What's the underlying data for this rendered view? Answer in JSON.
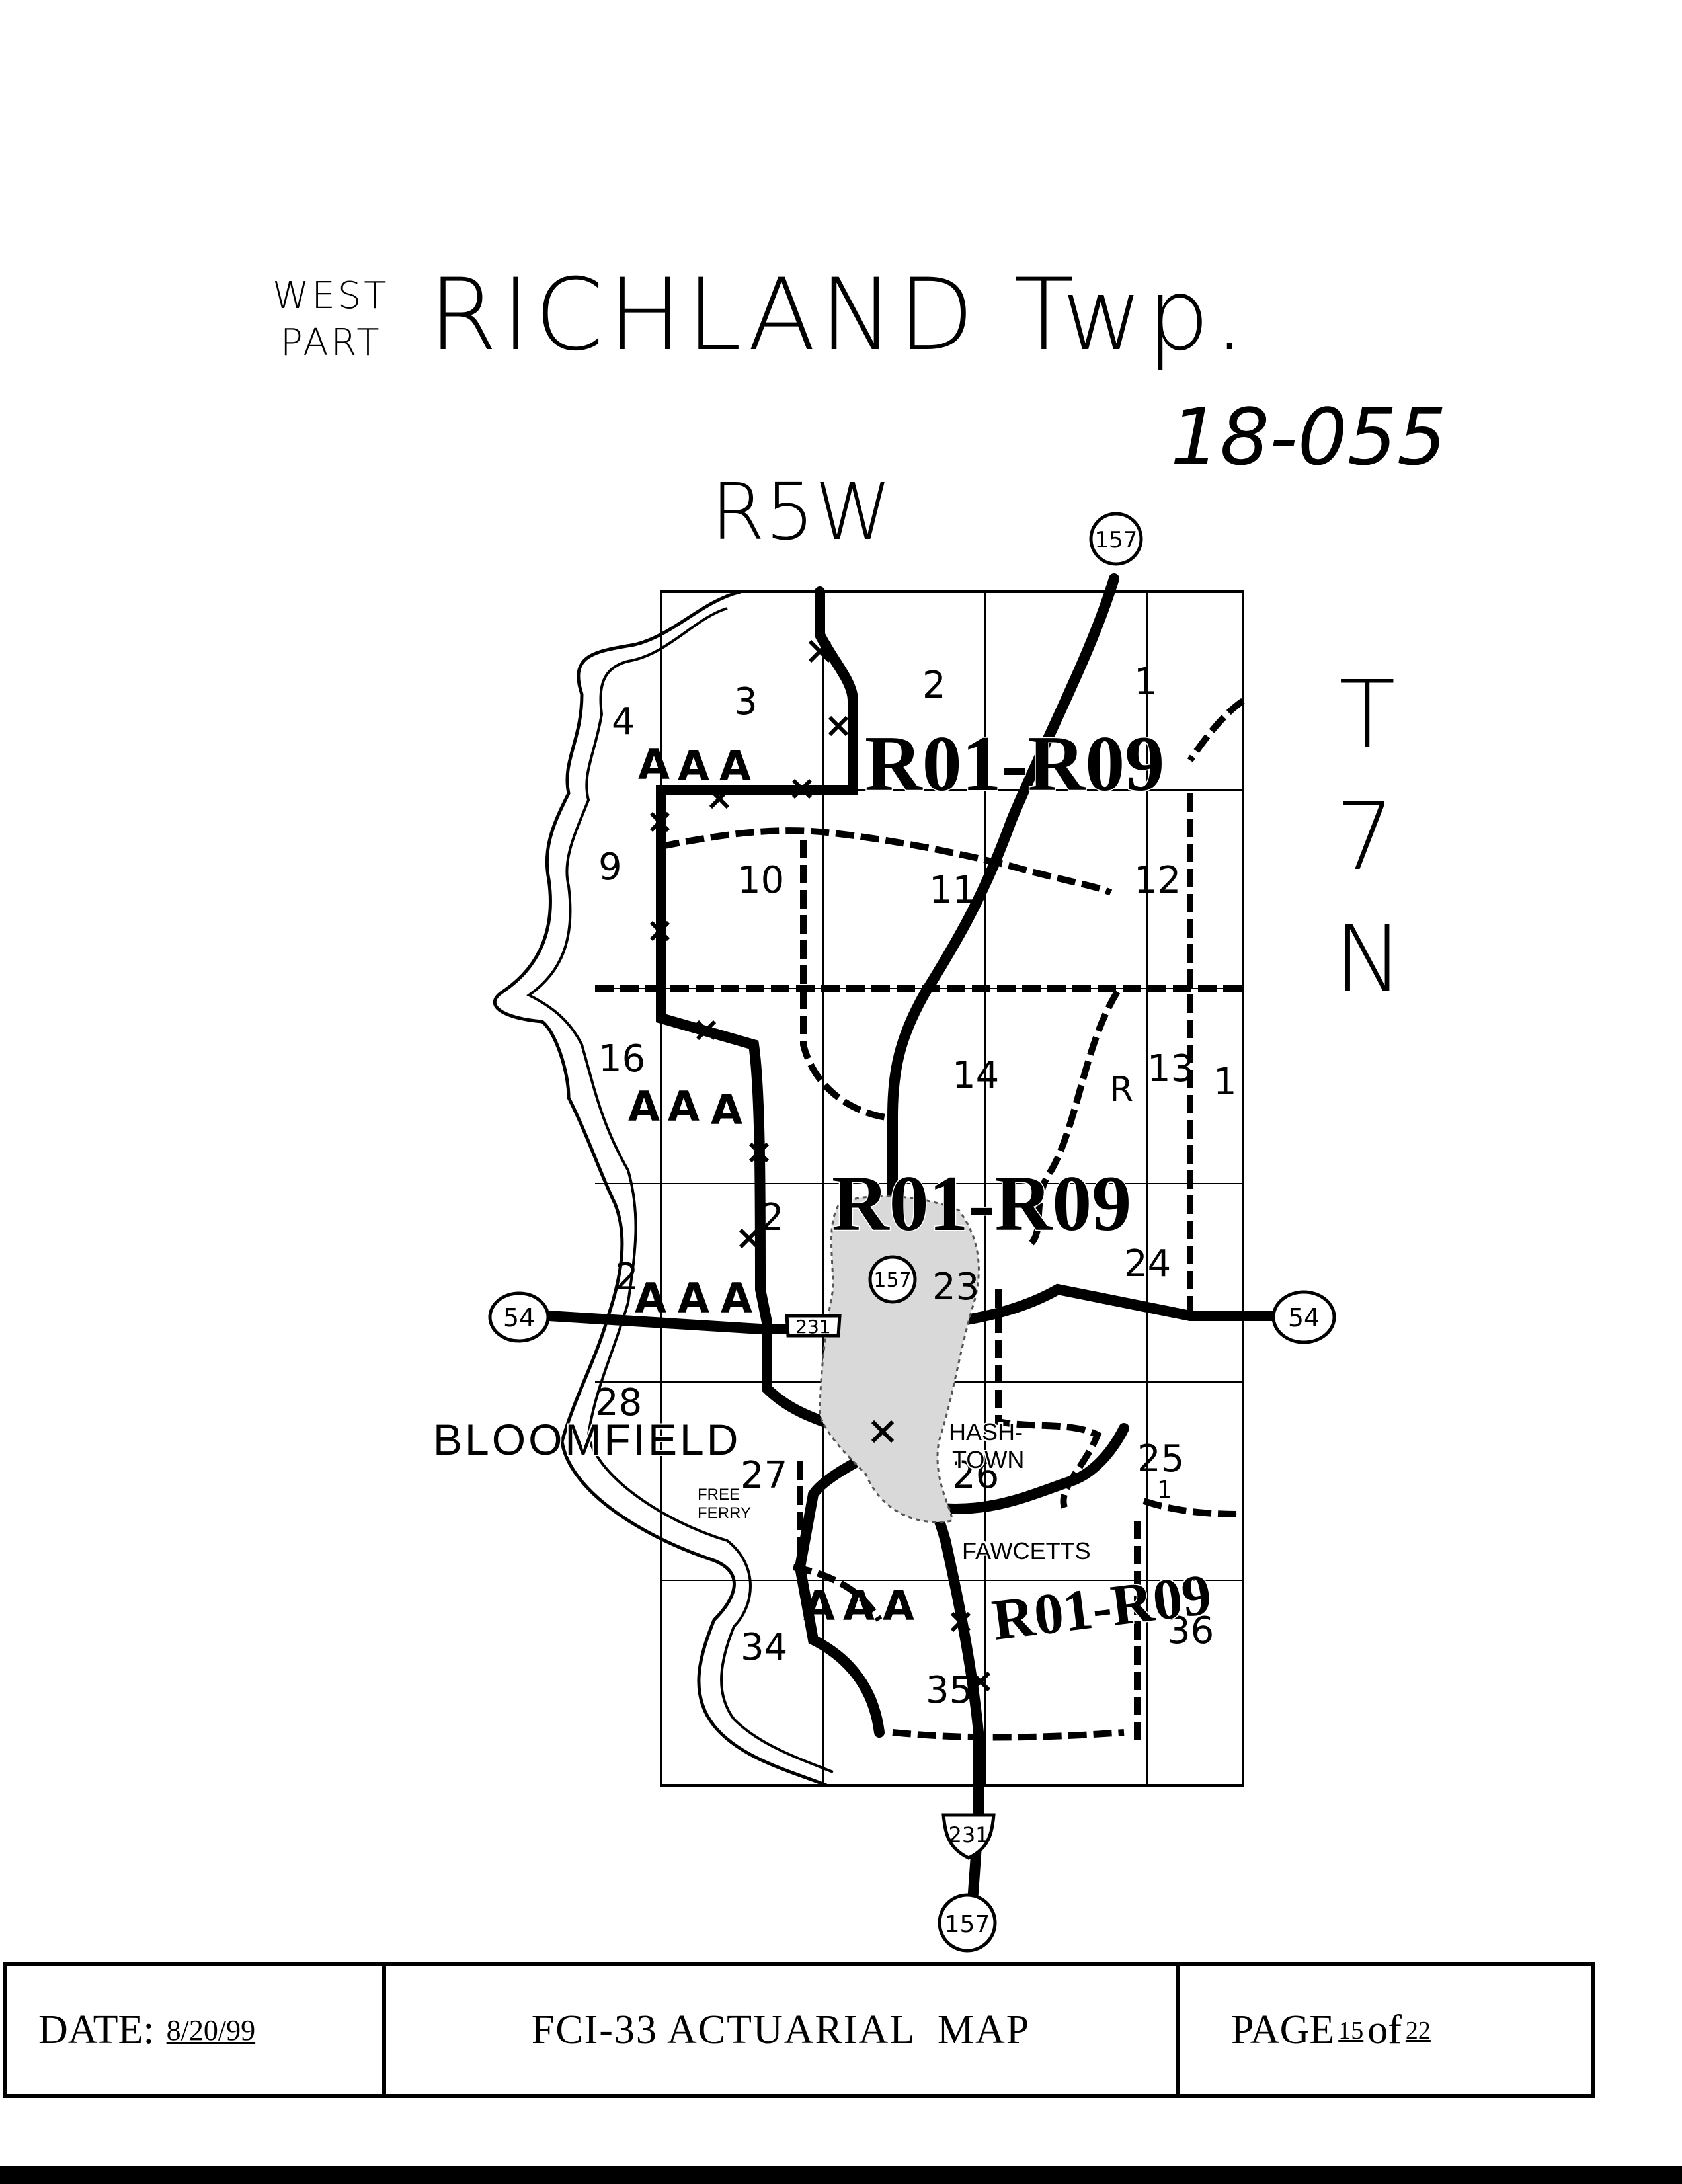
{
  "header": {
    "part_line1": "WEST",
    "part_line2": "PART",
    "township": "RICHLAND Twp.",
    "code": "18-055",
    "range": "R5W",
    "tier": [
      "T",
      "7",
      "N"
    ]
  },
  "map": {
    "sections": [
      "1",
      "2",
      "3",
      "4",
      "9",
      "10",
      "11",
      "12",
      "13",
      "14",
      "16",
      "23",
      "24",
      "25",
      "26",
      "27",
      "28",
      "34",
      "35",
      "36",
      "1",
      "2",
      "2"
    ],
    "rate_labels": [
      "R01-R09",
      "R01-R09",
      "R01-R09"
    ],
    "places": [
      "BLOOMFIELD",
      "HASH-",
      "TOWN",
      "FAWCETTS",
      "FREE",
      "FERRY"
    ],
    "route_shields": [
      "157",
      "157",
      "157",
      "54",
      "54",
      "231",
      "231"
    ],
    "area_marks": [
      "A",
      "A",
      "A",
      "A",
      "A",
      "A",
      "A",
      "A",
      "A",
      "A",
      "A",
      "A"
    ],
    "misc_marks": [
      "R",
      "1"
    ]
  },
  "footer": {
    "date_label": "DATE:",
    "date_value": "8/20/99",
    "title": "FCI-33 ACTUARIAL  MAP",
    "page_label": "PAGE",
    "page_num": "15",
    "page_of": "of",
    "page_total": "22"
  }
}
